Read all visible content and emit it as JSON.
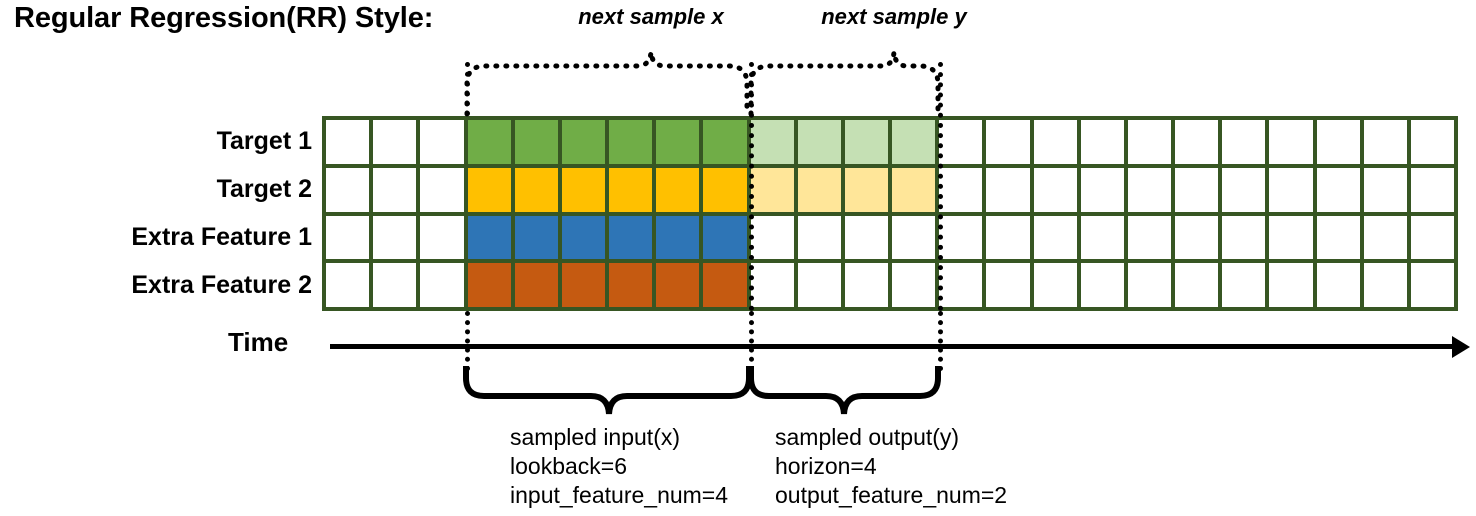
{
  "title": "Regular Regression(RR) Style:",
  "rows": [
    {
      "label": "Target 1",
      "color": "#70ad47",
      "light_color": "#c5e0b4",
      "has_output": true
    },
    {
      "label": "Target 2",
      "color": "#ffc000",
      "light_color": "#ffe699",
      "has_output": true
    },
    {
      "label": "Extra Feature 1",
      "color": "#2e75b6",
      "light_color": "#ffffff",
      "has_output": false
    },
    {
      "label": "Extra Feature 2",
      "color": "#c55a11",
      "light_color": "#ffffff",
      "has_output": false
    }
  ],
  "grid": {
    "total_columns": 24,
    "leading_blank_columns": 3,
    "input_columns": 6,
    "output_columns": 4,
    "trailing_blank_columns": 11,
    "border_color": "#375623",
    "empty_cell_color": "#ffffff"
  },
  "axis": {
    "label": "Time"
  },
  "top_annotations": [
    {
      "text": "next sample x"
    },
    {
      "text": "next sample y"
    }
  ],
  "bottom_annotations": [
    {
      "line1": "sampled input(x)",
      "line2": "lookback=6",
      "line3": "input_feature_num=4"
    },
    {
      "line1": "sampled output(y)",
      "line2": "horizon=4",
      "line3": "output_feature_num=2"
    }
  ]
}
